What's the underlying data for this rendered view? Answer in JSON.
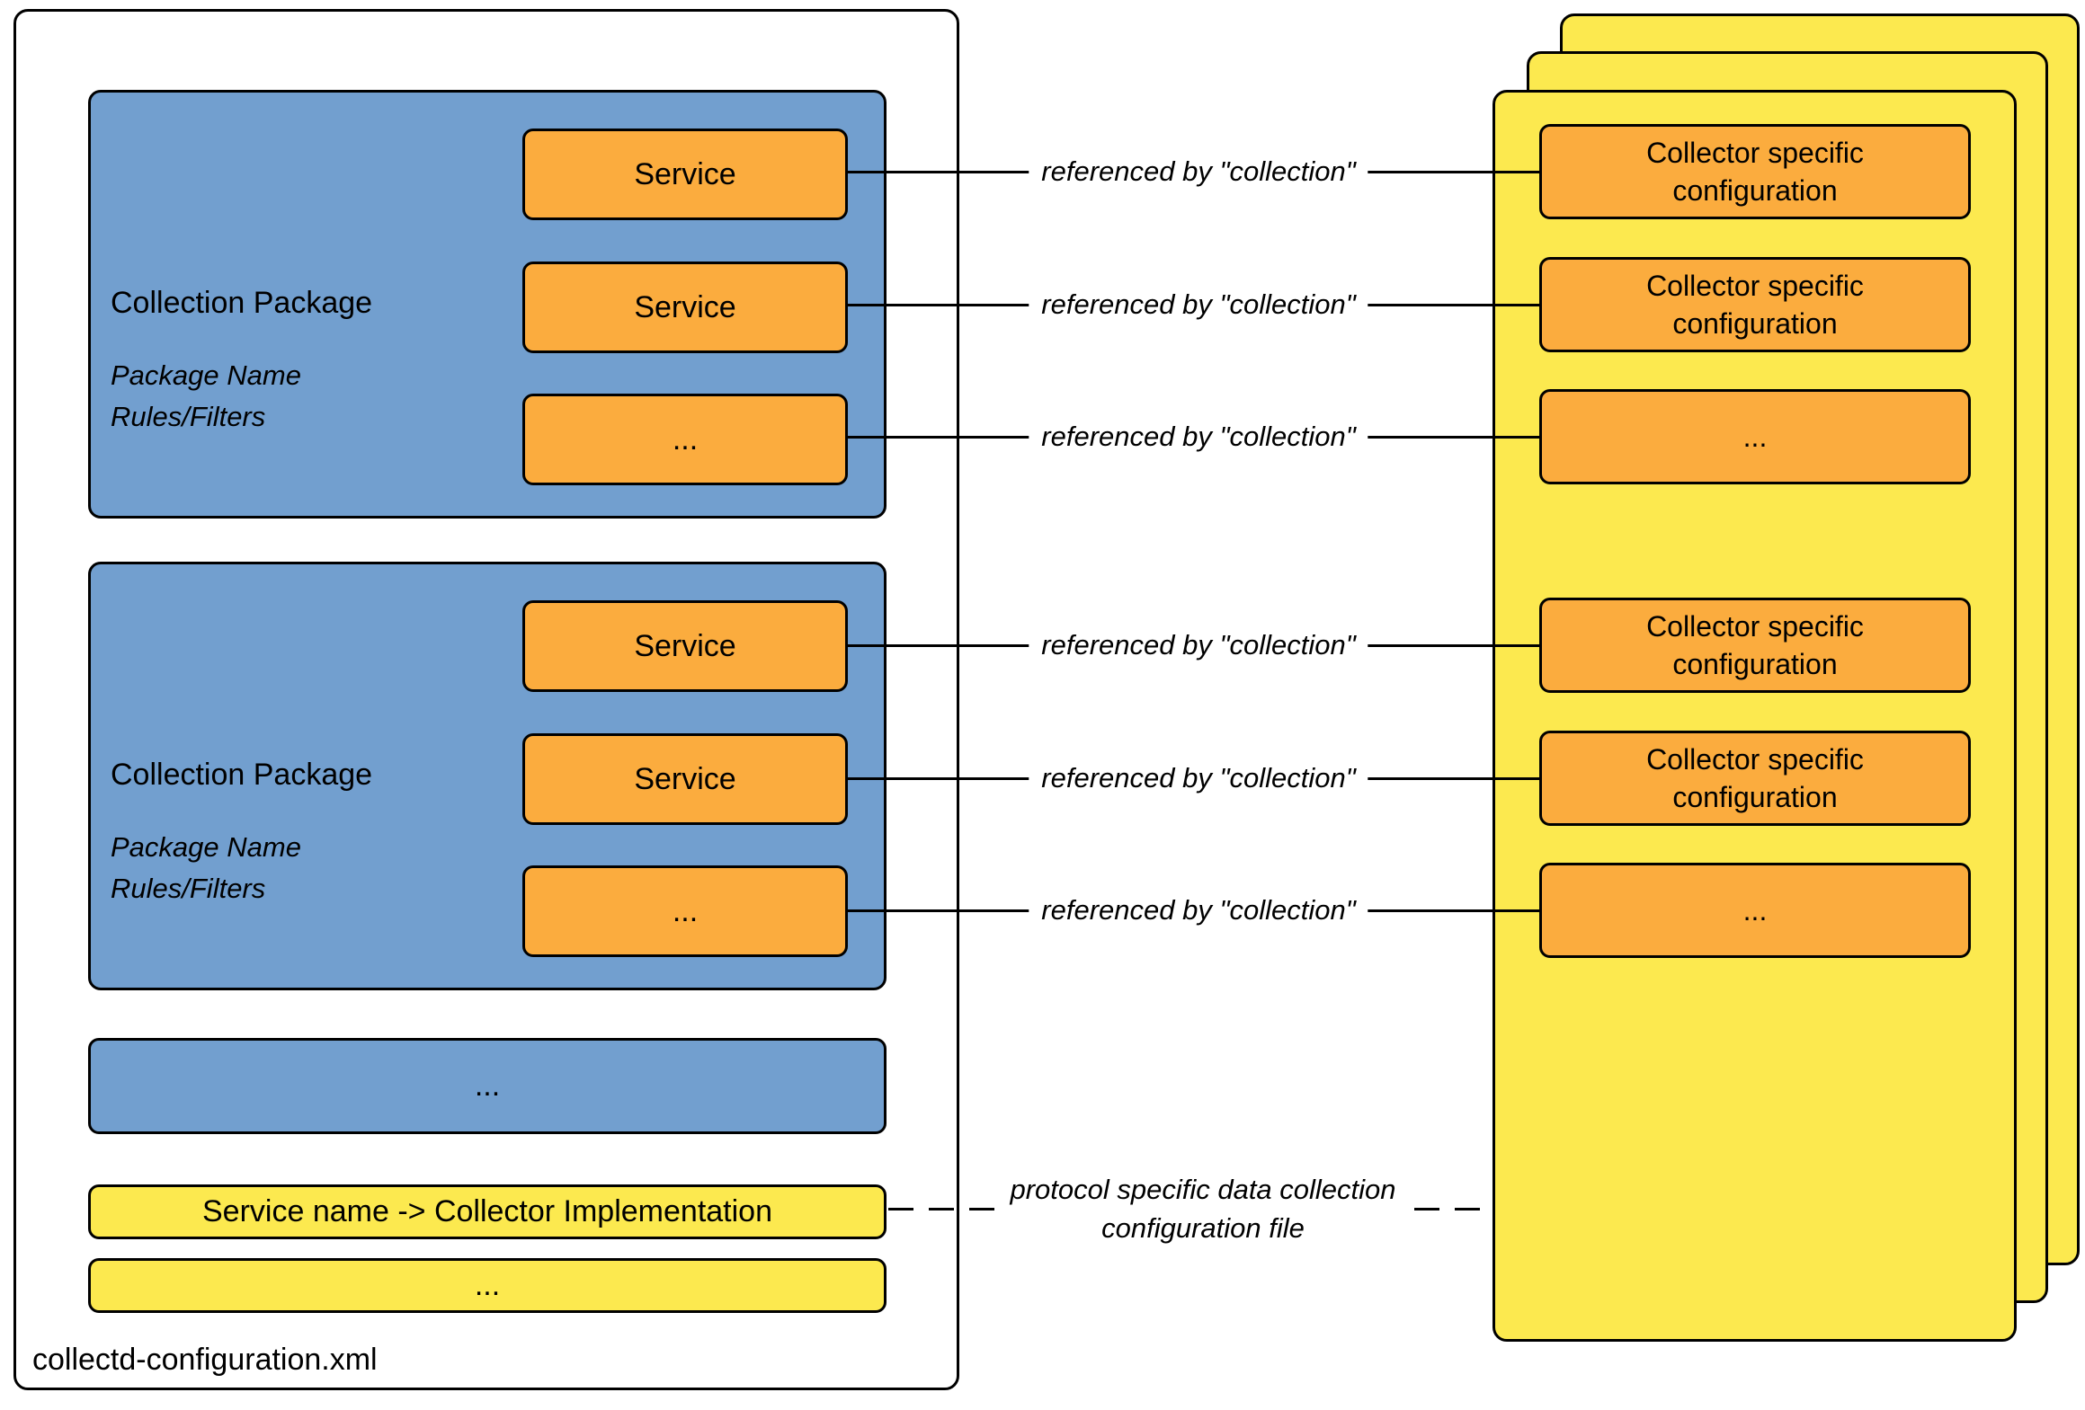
{
  "colors": {
    "blue": "#729FCF",
    "orange": "#FBAC3E",
    "yellow": "#FCE94F",
    "line": "#000000",
    "bg": "#FFFFFF"
  },
  "left_container": {
    "file_name": "collectd-configuration.xml",
    "packages": [
      {
        "title": "Collection Package",
        "meta": [
          "Package Name",
          "Rules/Filters"
        ],
        "services": [
          "Service",
          "Service",
          "..."
        ]
      },
      {
        "title": "Collection Package",
        "meta": [
          "Package Name",
          "Rules/Filters"
        ],
        "services": [
          "Service",
          "Service",
          "..."
        ]
      }
    ],
    "more_packages": "...",
    "service_mapping": "Service name -> Collector Implementation",
    "more_mappings": "..."
  },
  "right_stack": {
    "boxes": [
      "Collector specific configuration",
      "Collector specific configuration",
      "...",
      "Collector specific configuration",
      "Collector specific configuration",
      "..."
    ]
  },
  "connections": {
    "references": [
      "referenced by \"collection\"",
      "referenced by \"collection\"",
      "referenced by \"collection\"",
      "referenced by \"collection\"",
      "referenced by \"collection\"",
      "referenced by \"collection\""
    ],
    "protocol": [
      "protocol specific data collection",
      "configuration file"
    ]
  }
}
